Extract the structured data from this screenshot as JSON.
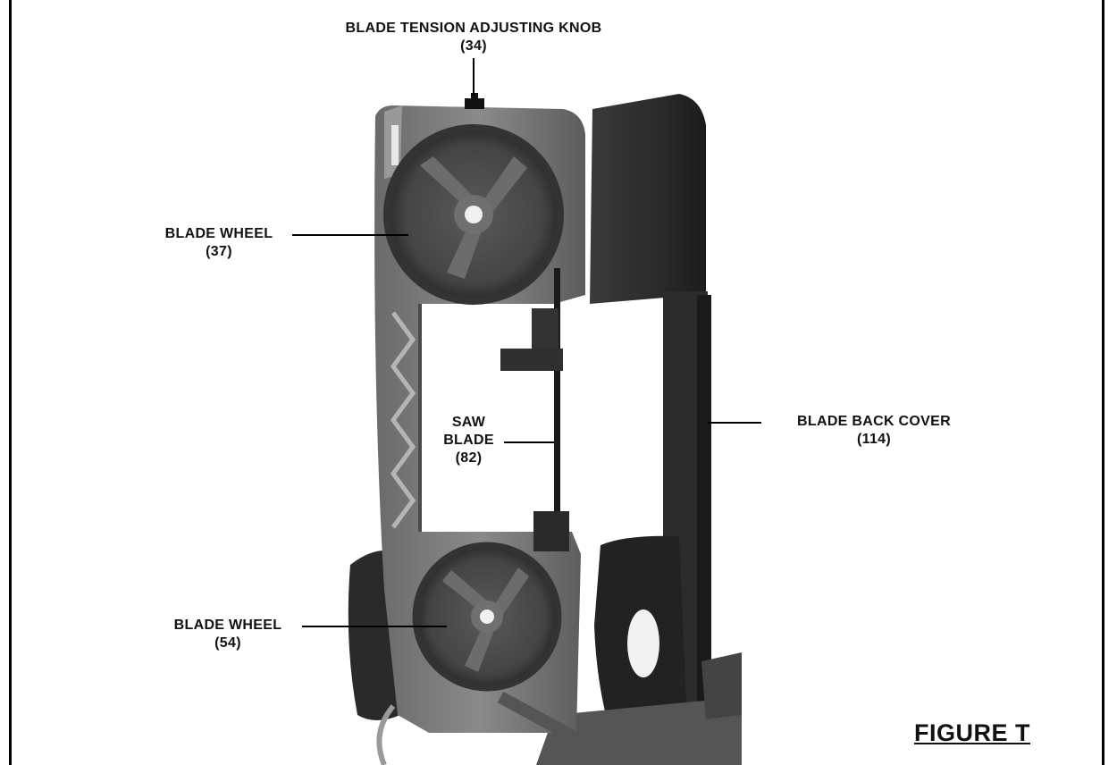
{
  "labels": {
    "tension_knob": {
      "name": "BLADE TENSION ADJUSTING KNOB",
      "num": "(34)"
    },
    "upper_wheel": {
      "name": "BLADE WHEEL",
      "num": "(37)"
    },
    "saw_blade": {
      "line1": "SAW",
      "line2": "BLADE",
      "num": "(82)"
    },
    "back_cover": {
      "name": "BLADE BACK COVER",
      "num": "(114)"
    },
    "lower_wheel": {
      "name": "BLADE WHEEL",
      "num": "(54)"
    }
  },
  "figure_title": "FIGURE T"
}
